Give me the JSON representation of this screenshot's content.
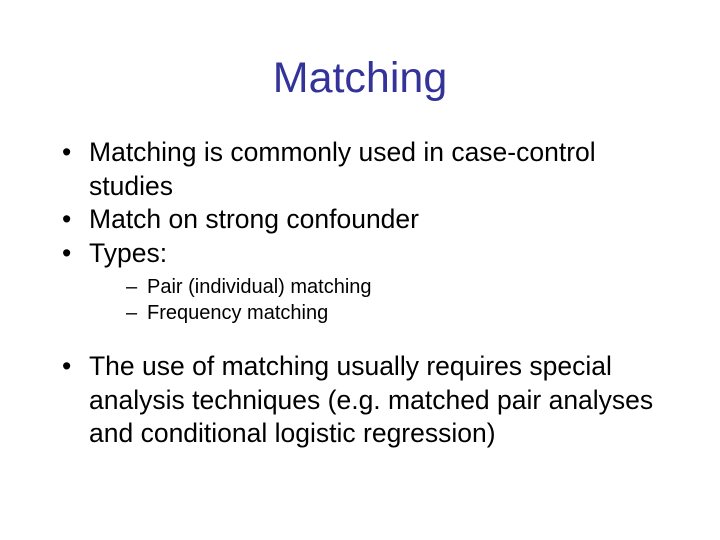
{
  "slide": {
    "title": "Matching",
    "title_color": "#333399",
    "background_color": "#ffffff",
    "text_color": "#000000",
    "bullet_marker_level1": "•",
    "bullet_marker_level2": "–",
    "content": [
      {
        "level": 1,
        "text": "Matching is commonly used in case-control studies"
      },
      {
        "level": 1,
        "text": "Match on strong confounder"
      },
      {
        "level": 1,
        "text": "Types:"
      },
      {
        "level": 2,
        "text": "Pair (individual) matching"
      },
      {
        "level": 2,
        "text": "Frequency matching"
      },
      {
        "level": 1,
        "text": "The use of matching usually requires special analysis techniques (e.g. matched pair analyses and conditional logistic regression)"
      }
    ]
  }
}
